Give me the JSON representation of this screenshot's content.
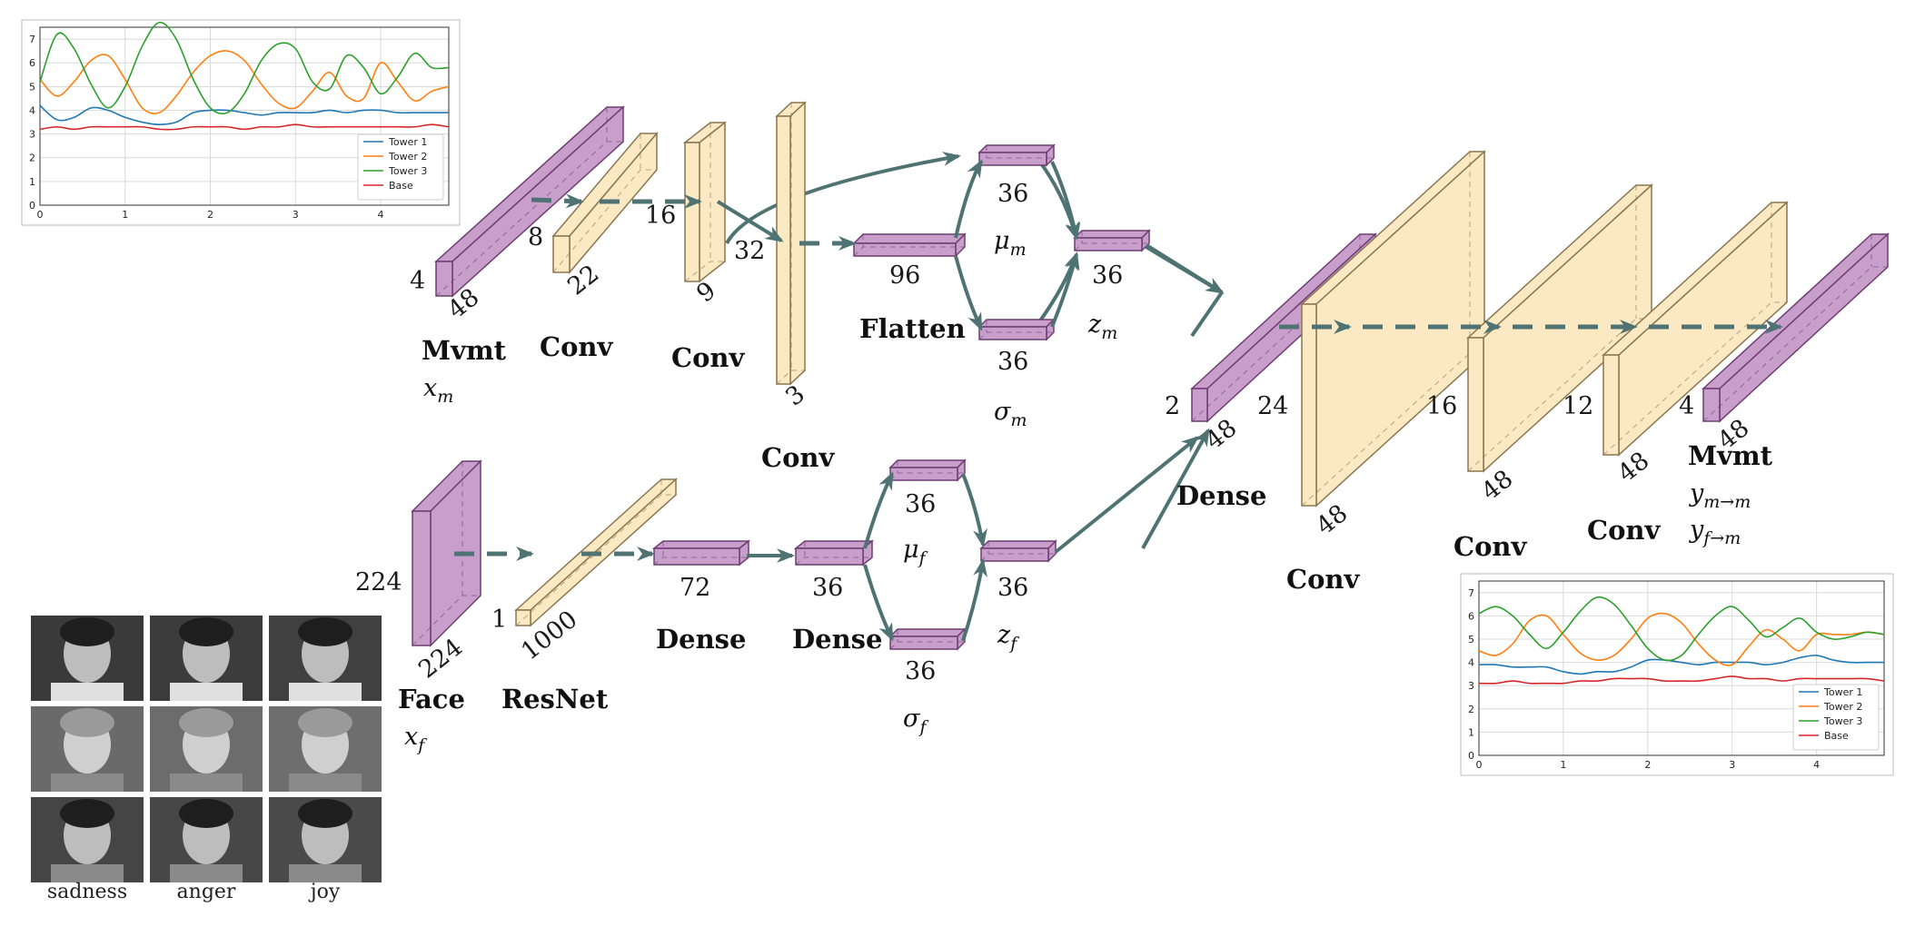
{
  "diagram": {
    "top_branch": {
      "input": {
        "label": "Mvmt",
        "var": "x",
        "sub": "m",
        "dims": [
          "4",
          "48"
        ]
      },
      "conv1": {
        "label": "Conv",
        "dims": [
          "8",
          "22"
        ]
      },
      "conv2": {
        "label": "Conv",
        "dims": [
          "16",
          "9"
        ]
      },
      "conv3": {
        "label": "Conv",
        "dims": [
          "32",
          "3"
        ]
      },
      "flatten": {
        "label": "Flatten",
        "dim": "96"
      },
      "mu": {
        "var": "μ",
        "sub": "m",
        "dim": "36"
      },
      "sigma": {
        "var": "σ",
        "sub": "m",
        "dim": "36"
      },
      "z": {
        "var": "z",
        "sub": "m",
        "dim": "36"
      }
    },
    "bottom_branch": {
      "input": {
        "label": "Face",
        "var": "x",
        "sub": "f",
        "dims": [
          "224",
          "224"
        ]
      },
      "resnet": {
        "label": "ResNet",
        "dims": [
          "1",
          "1000"
        ]
      },
      "dense1": {
        "label": "Dense",
        "dim": "72"
      },
      "dense2": {
        "label": "Dense",
        "dim": "36"
      },
      "mu": {
        "var": "μ",
        "sub": "f",
        "dim": "36"
      },
      "sigma": {
        "var": "σ",
        "sub": "f",
        "dim": "36"
      },
      "z": {
        "var": "z",
        "sub": "f",
        "dim": "36"
      }
    },
    "decoder": {
      "dense": {
        "label": "Dense",
        "dims": [
          "2",
          "48"
        ]
      },
      "conv1": {
        "label": "Conv",
        "dims": [
          "24",
          "48"
        ]
      },
      "conv2": {
        "label": "Conv",
        "dims": [
          "16",
          "48"
        ]
      },
      "conv3": {
        "label": "Conv",
        "dims": [
          "12",
          "48"
        ]
      },
      "output": {
        "label": "Mvmt",
        "dims": [
          "4",
          "48"
        ],
        "out1": {
          "var": "y",
          "sub": "m→m"
        },
        "out2": {
          "var": "y",
          "sub": "f→m"
        }
      }
    },
    "colors": {
      "purple": "#c89ecb",
      "purple_edge": "#6f3d74",
      "tan": "#fbe9c4",
      "tan_edge": "#8a7750",
      "arrow": "#4f7373"
    }
  },
  "face_captions": [
    "sadness",
    "anger",
    "joy"
  ],
  "chart_data": [
    {
      "type": "line",
      "title": "",
      "xlabel": "",
      "ylabel": "",
      "xlim": [
        0,
        4.8
      ],
      "ylim": [
        0,
        7.5
      ],
      "xticks": [
        "0",
        "1",
        "2",
        "3",
        "4"
      ],
      "yticks": [
        "0",
        "1",
        "2",
        "3",
        "4",
        "5",
        "6",
        "7"
      ],
      "grid": true,
      "legend": "bottom-right",
      "x": [
        0,
        0.2,
        0.4,
        0.6,
        0.8,
        1.0,
        1.2,
        1.4,
        1.6,
        1.8,
        2.0,
        2.2,
        2.4,
        2.6,
        2.8,
        3.0,
        3.2,
        3.4,
        3.6,
        3.8,
        4.0,
        4.2,
        4.4,
        4.6,
        4.8
      ],
      "series": [
        {
          "name": "Tower 1",
          "color": "#1f77b4",
          "values": [
            4.2,
            3.6,
            3.7,
            4.1,
            4.0,
            3.7,
            3.5,
            3.4,
            3.5,
            3.9,
            4.0,
            4.0,
            3.9,
            3.8,
            3.9,
            3.9,
            3.9,
            4.0,
            3.9,
            4.0,
            4.0,
            3.9,
            3.9,
            3.9,
            3.9
          ]
        },
        {
          "name": "Tower 2",
          "color": "#ff7f0e",
          "values": [
            5.3,
            4.6,
            5.2,
            6.1,
            6.3,
            5.3,
            4.1,
            3.9,
            4.6,
            5.6,
            6.3,
            6.5,
            6.1,
            5.1,
            4.3,
            4.1,
            4.8,
            5.6,
            4.6,
            4.5,
            6.0,
            5.2,
            4.4,
            4.8,
            5.0
          ]
        },
        {
          "name": "Tower 3",
          "color": "#2ca02c",
          "values": [
            5.2,
            7.2,
            6.6,
            5.1,
            4.1,
            5.0,
            6.7,
            7.7,
            7.0,
            5.3,
            4.1,
            3.9,
            4.7,
            6.1,
            6.8,
            6.6,
            5.2,
            4.9,
            6.3,
            5.8,
            4.7,
            5.4,
            6.4,
            5.8,
            5.8
          ]
        },
        {
          "name": "Base",
          "color": "#d62728",
          "values": [
            3.2,
            3.3,
            3.2,
            3.3,
            3.3,
            3.3,
            3.3,
            3.2,
            3.2,
            3.3,
            3.3,
            3.3,
            3.2,
            3.3,
            3.3,
            3.4,
            3.3,
            3.3,
            3.3,
            3.3,
            3.3,
            3.3,
            3.3,
            3.4,
            3.3
          ]
        }
      ]
    },
    {
      "type": "line",
      "title": "",
      "xlabel": "",
      "ylabel": "",
      "xlim": [
        0,
        4.8
      ],
      "ylim": [
        0,
        7.5
      ],
      "xticks": [
        "0",
        "1",
        "2",
        "3",
        "4"
      ],
      "yticks": [
        "0",
        "1",
        "2",
        "3",
        "4",
        "5",
        "6",
        "7"
      ],
      "grid": true,
      "legend": "bottom-right",
      "x": [
        0,
        0.2,
        0.4,
        0.6,
        0.8,
        1.0,
        1.2,
        1.4,
        1.6,
        1.8,
        2.0,
        2.2,
        2.4,
        2.6,
        2.8,
        3.0,
        3.2,
        3.4,
        3.6,
        3.8,
        4.0,
        4.2,
        4.4,
        4.6,
        4.8
      ],
      "series": [
        {
          "name": "Tower 1",
          "color": "#1f77b4",
          "values": [
            3.9,
            3.9,
            3.8,
            3.8,
            3.8,
            3.6,
            3.5,
            3.6,
            3.6,
            3.8,
            4.1,
            4.1,
            4.0,
            3.9,
            4.0,
            4.0,
            4.0,
            3.9,
            4.0,
            4.2,
            4.3,
            4.1,
            4.0,
            4.0,
            4.0
          ]
        },
        {
          "name": "Tower 2",
          "color": "#ff7f0e",
          "values": [
            4.5,
            4.3,
            4.8,
            5.8,
            6.0,
            5.2,
            4.4,
            4.1,
            4.3,
            5.0,
            5.9,
            6.1,
            5.7,
            4.8,
            4.1,
            3.9,
            4.7,
            5.4,
            5.0,
            4.5,
            5.2,
            5.2,
            5.2,
            5.3,
            5.2
          ]
        },
        {
          "name": "Tower 3",
          "color": "#2ca02c",
          "values": [
            6.1,
            6.4,
            6.0,
            5.2,
            4.6,
            5.3,
            6.2,
            6.8,
            6.5,
            5.6,
            4.6,
            4.1,
            4.3,
            5.2,
            6.0,
            6.4,
            5.8,
            5.1,
            5.5,
            5.9,
            5.3,
            5.0,
            5.1,
            5.3,
            5.2
          ]
        },
        {
          "name": "Base",
          "color": "#d62728",
          "values": [
            3.1,
            3.1,
            3.2,
            3.1,
            3.1,
            3.1,
            3.2,
            3.2,
            3.3,
            3.3,
            3.3,
            3.2,
            3.2,
            3.2,
            3.3,
            3.4,
            3.3,
            3.3,
            3.2,
            3.3,
            3.3,
            3.3,
            3.3,
            3.3,
            3.2
          ]
        }
      ]
    }
  ]
}
